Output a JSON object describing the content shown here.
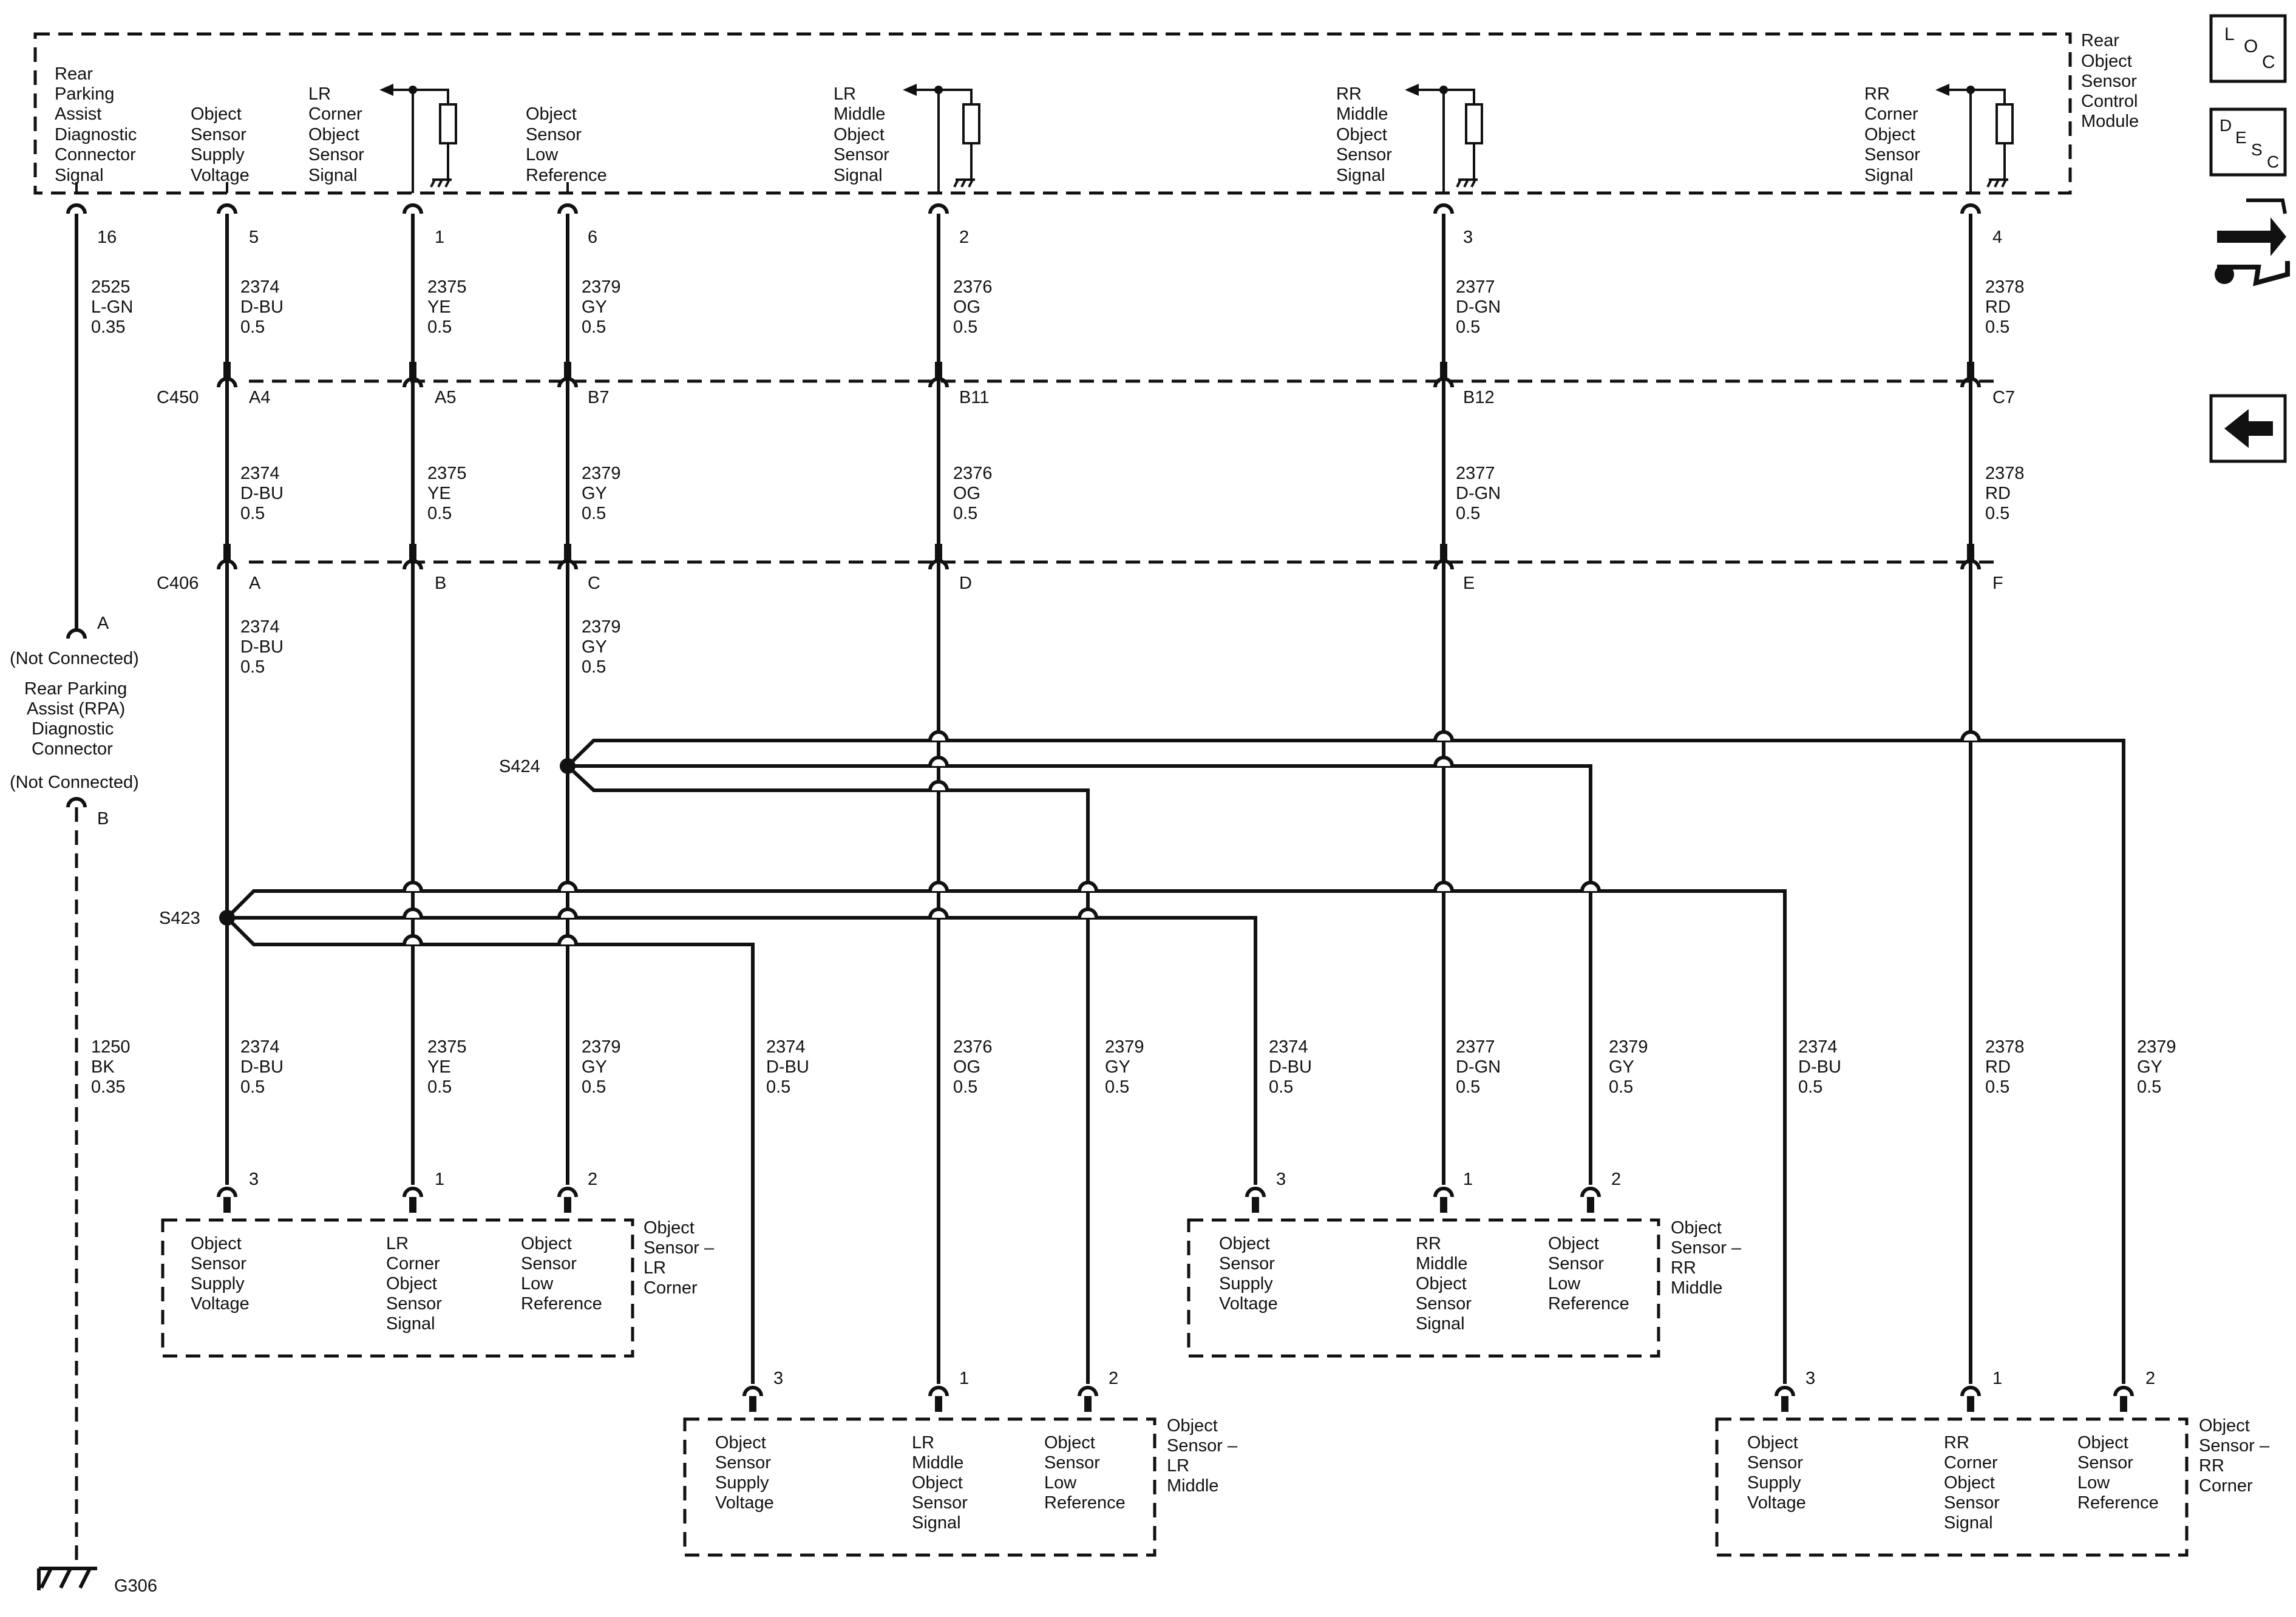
{
  "diagram_title": "",
  "module": {
    "name_lines": [
      "Rear",
      "Object",
      "Sensor",
      "Control",
      "Module"
    ],
    "pins": [
      {
        "label": [
          "Rear",
          "Parking",
          "Assist",
          "Diagnostic",
          "Connector",
          "Signal"
        ],
        "pin": "16"
      },
      {
        "label": [
          "Object",
          "Sensor",
          "Supply",
          "Voltage"
        ],
        "pin": "5"
      },
      {
        "label": [
          "LR",
          "Corner",
          "Object",
          "Sensor",
          "Signal"
        ],
        "pin": "1"
      },
      {
        "label": [
          "Object",
          "Sensor",
          "Low",
          "Reference"
        ],
        "pin": "6"
      },
      {
        "label": [
          "LR",
          "Middle",
          "Object",
          "Sensor",
          "Signal"
        ],
        "pin": "2"
      },
      {
        "label": [
          "RR",
          "Middle",
          "Object",
          "Sensor",
          "Signal"
        ],
        "pin": "3"
      },
      {
        "label": [
          "RR",
          "Corner",
          "Object",
          "Sensor",
          "Signal"
        ],
        "pin": "4"
      }
    ]
  },
  "wire_labels_top": [
    [
      "2525",
      "L-GN",
      "0.35"
    ],
    [
      "2374",
      "D-BU",
      "0.5"
    ],
    [
      "2375",
      "YE",
      "0.5"
    ],
    [
      "2379",
      "GY",
      "0.5"
    ],
    [
      "2376",
      "OG",
      "0.5"
    ],
    [
      "2377",
      "D-GN",
      "0.5"
    ],
    [
      "2378",
      "RD",
      "0.5"
    ]
  ],
  "connector_c450": {
    "name": "C450",
    "pins": [
      "A4",
      "A5",
      "B7",
      "B11",
      "B12",
      "C7"
    ]
  },
  "wire_labels_mid": [
    [
      "2374",
      "D-BU",
      "0.5"
    ],
    [
      "2375",
      "YE",
      "0.5"
    ],
    [
      "2379",
      "GY",
      "0.5"
    ],
    [
      "2376",
      "OG",
      "0.5"
    ],
    [
      "2377",
      "D-GN",
      "0.5"
    ],
    [
      "2378",
      "RD",
      "0.5"
    ]
  ],
  "connector_c406": {
    "name": "C406",
    "pins": [
      "A",
      "B",
      "C",
      "D",
      "E",
      "F"
    ]
  },
  "wire_labels_c406": [
    [
      "2374",
      "D-BU",
      "0.5"
    ],
    [
      "2379",
      "GY",
      "0.5"
    ]
  ],
  "splices": {
    "s424": "S424",
    "s423": "S423"
  },
  "rpa_connector": {
    "pin_a": "A",
    "pin_b": "B",
    "not_connected": "(Not Connected)",
    "name_lines": [
      "Rear Parking",
      "Assist (RPA)",
      "Diagnostic",
      "Connector"
    ]
  },
  "ground_wire": [
    "1250",
    "BK",
    "0.35"
  ],
  "ground": "G306",
  "branch_labels": [
    [
      "2374",
      "D-BU",
      "0.5"
    ],
    [
      "2375",
      "YE",
      "0.5"
    ],
    [
      "2379",
      "GY",
      "0.5"
    ],
    [
      "2374",
      "D-BU",
      "0.5"
    ],
    [
      "2376",
      "OG",
      "0.5"
    ],
    [
      "2379",
      "GY",
      "0.5"
    ],
    [
      "2374",
      "D-BU",
      "0.5"
    ],
    [
      "2377",
      "D-GN",
      "0.5"
    ],
    [
      "2379",
      "GY",
      "0.5"
    ],
    [
      "2374",
      "D-BU",
      "0.5"
    ],
    [
      "2378",
      "RD",
      "0.5"
    ],
    [
      "2379",
      "GY",
      "0.5"
    ]
  ],
  "sensors": [
    {
      "name_lines": [
        "Object",
        "Sensor –",
        "LR",
        "Corner"
      ],
      "pins": [
        {
          "pin": "3",
          "label": [
            "Object",
            "Sensor",
            "Supply",
            "Voltage"
          ]
        },
        {
          "pin": "1",
          "label": [
            "LR",
            "Corner",
            "Object",
            "Sensor",
            "Signal"
          ]
        },
        {
          "pin": "2",
          "label": [
            "Object",
            "Sensor",
            "Low",
            "Reference"
          ]
        }
      ]
    },
    {
      "name_lines": [
        "Object",
        "Sensor –",
        "LR",
        "Middle"
      ],
      "pins": [
        {
          "pin": "3",
          "label": [
            "Object",
            "Sensor",
            "Supply",
            "Voltage"
          ]
        },
        {
          "pin": "1",
          "label": [
            "LR",
            "Middle",
            "Object",
            "Sensor",
            "Signal"
          ]
        },
        {
          "pin": "2",
          "label": [
            "Object",
            "Sensor",
            "Low",
            "Reference"
          ]
        }
      ]
    },
    {
      "name_lines": [
        "Object",
        "Sensor –",
        "RR",
        "Middle"
      ],
      "pins": [
        {
          "pin": "3",
          "label": [
            "Object",
            "Sensor",
            "Supply",
            "Voltage"
          ]
        },
        {
          "pin": "1",
          "label": [
            "RR",
            "Middle",
            "Object",
            "Sensor",
            "Signal"
          ]
        },
        {
          "pin": "2",
          "label": [
            "Object",
            "Sensor",
            "Low",
            "Reference"
          ]
        }
      ]
    },
    {
      "name_lines": [
        "Object",
        "Sensor –",
        "RR",
        "Corner"
      ],
      "pins": [
        {
          "pin": "3",
          "label": [
            "Object",
            "Sensor",
            "Supply",
            "Voltage"
          ]
        },
        {
          "pin": "1",
          "label": [
            "RR",
            "Corner",
            "Object",
            "Sensor",
            "Signal"
          ]
        },
        {
          "pin": "2",
          "label": [
            "Object",
            "Sensor",
            "Low",
            "Reference"
          ]
        }
      ]
    }
  ],
  "nav_icons": [
    {
      "name": "loc-icon",
      "letters": [
        "L",
        "O",
        "C"
      ]
    },
    {
      "name": "desc-icon",
      "letters": [
        "D",
        "E",
        "S",
        "C"
      ]
    },
    {
      "name": "connector-tool-icon"
    },
    {
      "name": "back-arrow-icon"
    }
  ]
}
